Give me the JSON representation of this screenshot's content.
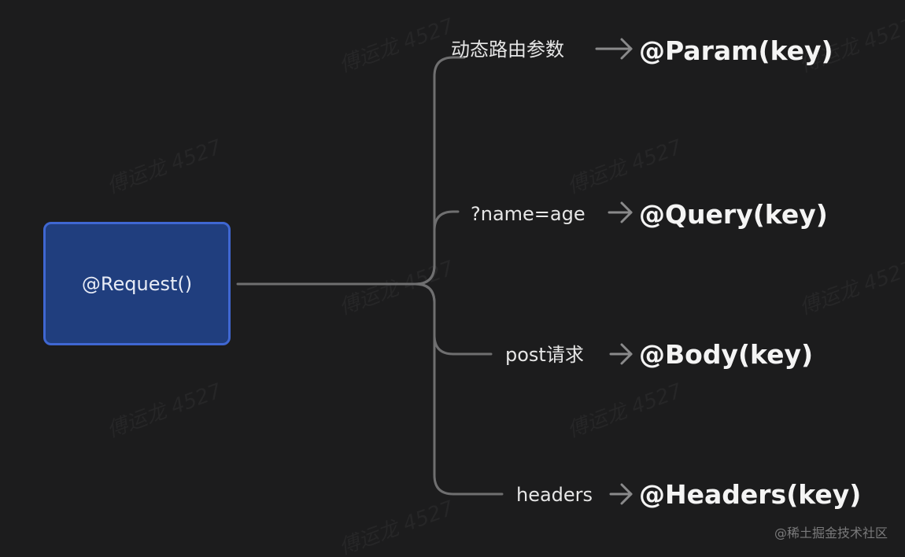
{
  "root": {
    "label": "@Request()"
  },
  "branches": [
    {
      "label": "动态路由参数",
      "decorator": "@Param(key)"
    },
    {
      "label": "?name=age",
      "decorator": "@Query(key)"
    },
    {
      "label": "post请求",
      "decorator": "@Body(key)"
    },
    {
      "label": "headers",
      "decorator": "@Headers(key)"
    }
  ],
  "watermark": "傅运龙 4527",
  "footer": {
    "credit": "@稀土掘金技术社区"
  }
}
